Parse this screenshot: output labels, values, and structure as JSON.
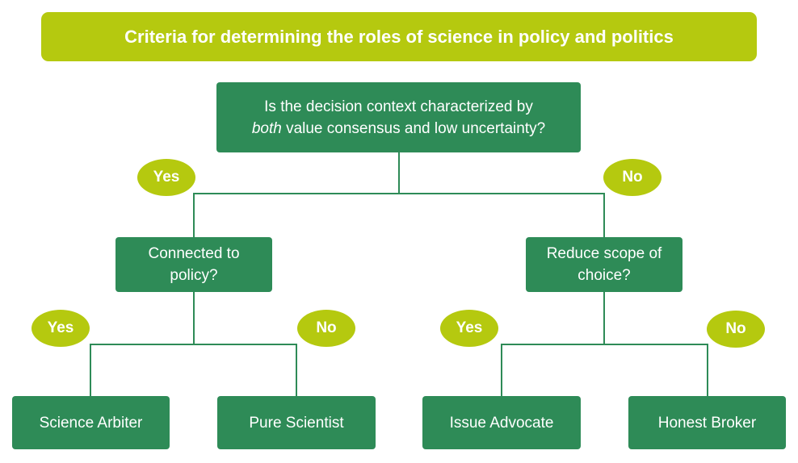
{
  "title": "Criteria for determining the roles of science in policy and politics",
  "root": {
    "line1": "Is the decision context characterized by",
    "emphasis": "both",
    "line2_rest": " value consensus and low uncertainty?"
  },
  "branches": {
    "yes_label": "Yes",
    "no_label": "No"
  },
  "left_question": {
    "line1": "Connected to",
    "line2": "policy?"
  },
  "right_question": {
    "line1": "Reduce scope of",
    "line2": "choice?"
  },
  "left_yes_label": "Yes",
  "left_no_label": "No",
  "right_yes_label": "Yes",
  "right_no_label": "No",
  "outcomes": {
    "science_arbiter": "Science Arbiter",
    "pure_scientist": "Pure Scientist",
    "issue_advocate": "Issue Advocate",
    "honest_broker": "Honest Broker"
  },
  "colors": {
    "title_bg": "#b5c90f",
    "node_bg": "#2e8b57",
    "label_bg": "#b5c90f",
    "connector": "#2e8b57"
  }
}
